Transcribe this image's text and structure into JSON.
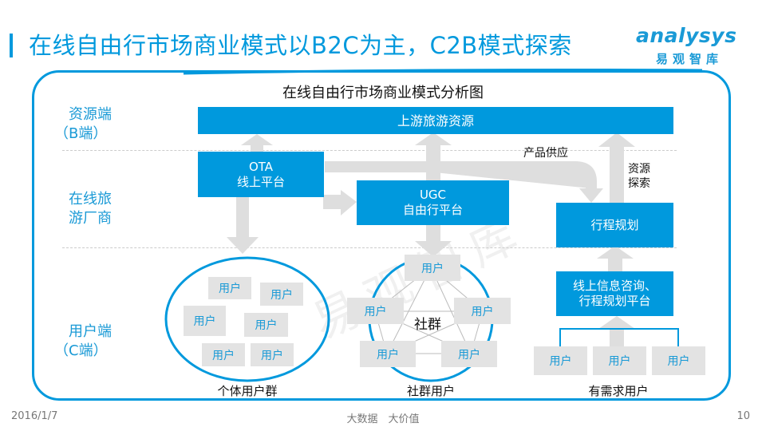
{
  "header": {
    "title": "在线自由行市场商业模式以B2C为主，C2B模式探索",
    "logo_text": "nalysys",
    "logo_prefix": "a",
    "logo_cn": "易观智库",
    "accent_color": "#0099dd"
  },
  "diagram": {
    "title": "在线自由行市场商业模式分析图",
    "rows": [
      {
        "label_line1": "资源端",
        "label_line2": "（B端）"
      },
      {
        "label_line1": "在线旅",
        "label_line2": "游厂商"
      },
      {
        "label_line1": "用户端",
        "label_line2": "（C端）"
      }
    ],
    "top_bar": "上游旅游资源",
    "ota": {
      "line1": "OTA",
      "line2": "线上平台"
    },
    "ugc": {
      "line1": "UGC",
      "line2": "自由行平台"
    },
    "itinerary": "行程规划",
    "consult": {
      "line1": "线上信息咨询、",
      "line2": "行程规划平台"
    },
    "arrow_labels": {
      "supply": "产品供应",
      "explore_line1": "资源",
      "explore_line2": "探索"
    },
    "user_label": "用户",
    "community_center": "社群",
    "group_captions": [
      "个体用户群",
      "社群用户",
      "有需求用户"
    ],
    "watermark": "易观智库"
  },
  "footer": {
    "date": "2016/1/7",
    "slogan": "大数据　大价值",
    "page": "10"
  }
}
